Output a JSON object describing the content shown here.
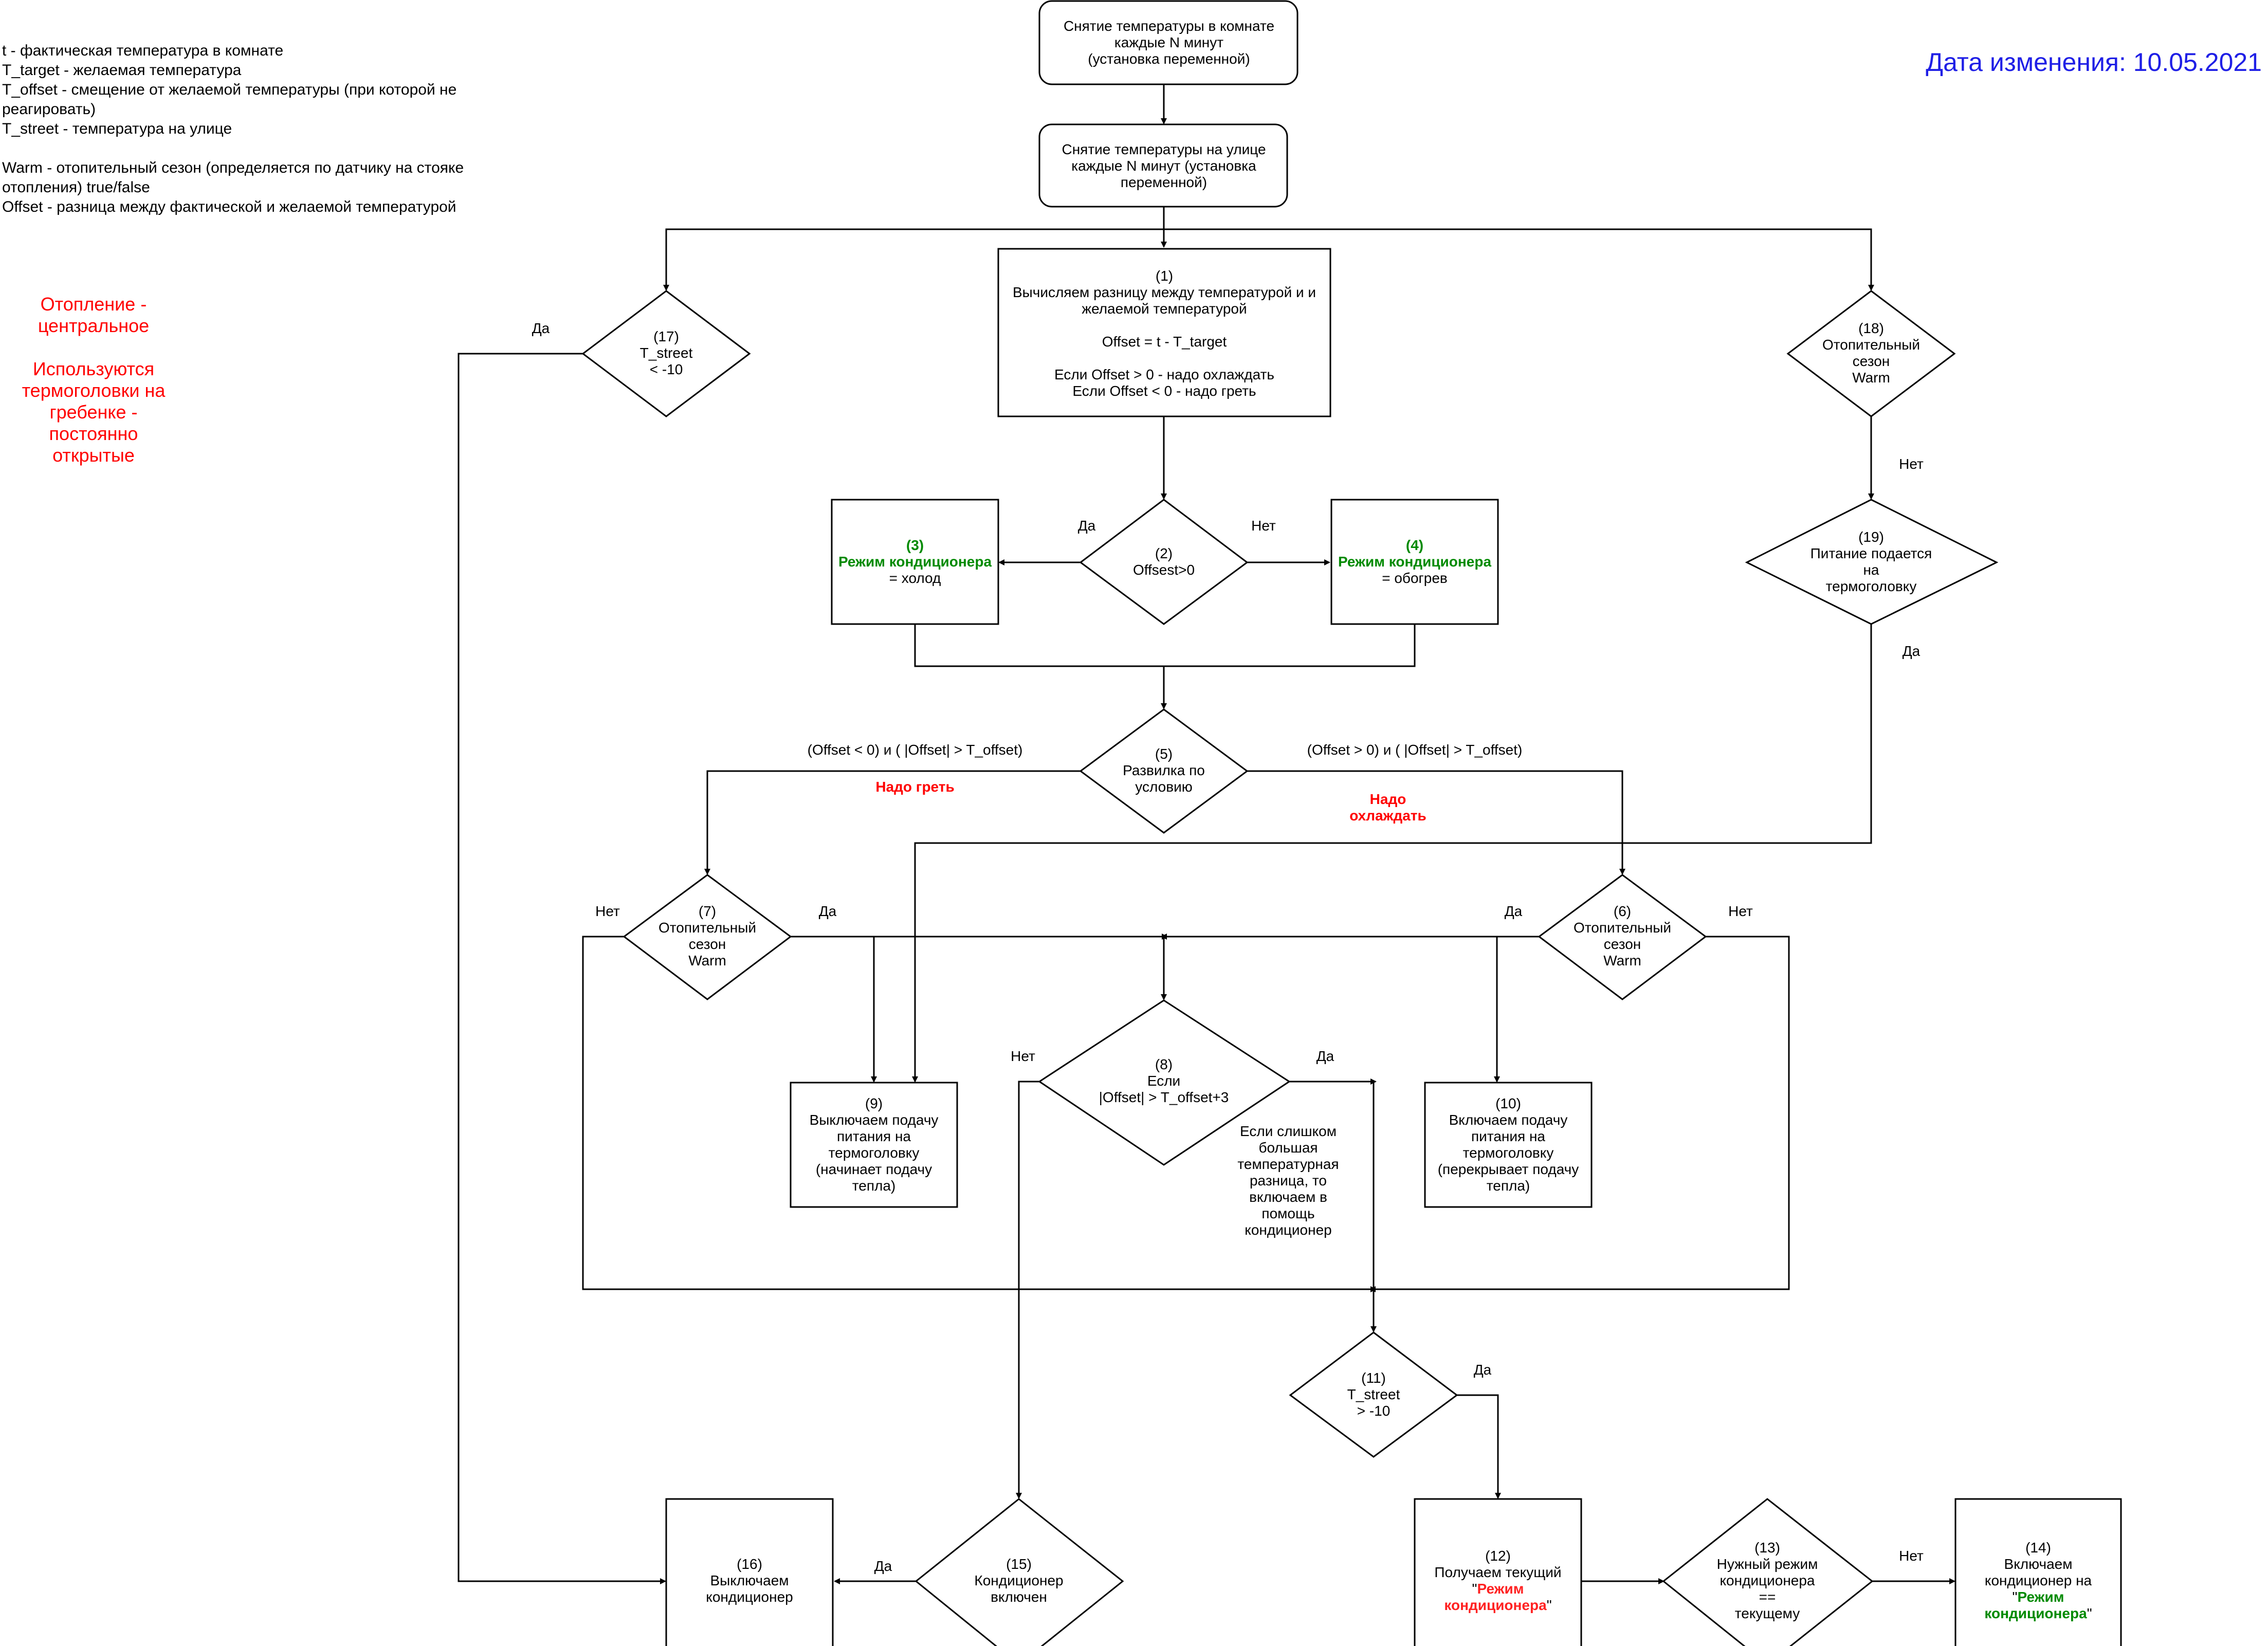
{
  "legend": {
    "line1": "t - фактическая температура в комнате",
    "line2": "T_target - желаемая температура",
    "line3": "T_offset - смещение от желаемой температуры (при которой не",
    "line4": "реагировать)",
    "line5": "T_street - температура на улице",
    "line6": "Warm - отопительный сезон (определяется по датчику на стояке",
    "line7": "отопления)  true/false",
    "line8": "Offset - разница между фактической и желаемой температурой"
  },
  "heating_note": {
    "line1": "Отопление -",
    "line2": "центральное",
    "line3": "Используются",
    "line4": "термоголовки на",
    "line5": "гребенке -",
    "line6": "постоянно",
    "line7": "открытые"
  },
  "date_note": "Дата изменения:  10.05.2021",
  "nodes": {
    "room_temp": {
      "l1": "Снятие температуры в комнате",
      "l2": "каждые N минут",
      "l3": "(установка переменной)"
    },
    "street_temp": {
      "l1": "Снятие температуры на улице",
      "l2": "каждые N минут (установка",
      "l3": "переменной)"
    },
    "n1": {
      "l1": "(1)",
      "l2": "Вычисляем разницу между температурой и и",
      "l3": "желаемой температурой",
      "l4": "Offset = t - T_target",
      "l5": "Если Offset > 0 - надо охлаждать",
      "l6": "Если Offset < 0 - надо греть"
    },
    "n2": {
      "l1": "(2)",
      "l2": "Offsest>0"
    },
    "n3": {
      "l1": "(3)",
      "l2": "Режим кондиционера",
      "l3": "= холод"
    },
    "n4": {
      "l1": "(4)",
      "l2": "Режим кондиционера",
      "l3": "= обогрев"
    },
    "n5": {
      "l1": "(5)",
      "l2": "Развилка по",
      "l3": "условию"
    },
    "n6": {
      "l1": "(6)",
      "l2": "Отопительный",
      "l3": "сезон",
      "l4": "Warm"
    },
    "n7": {
      "l1": "(7)",
      "l2": "Отопительный",
      "l3": "сезон",
      "l4": "Warm"
    },
    "n8": {
      "l1": "(8)",
      "l2": "Если",
      "l3": "|Offset| > T_offset+3"
    },
    "n9": {
      "l1": "(9)",
      "l2": "Выключаем подачу",
      "l3": "питания на",
      "l4": "термоголовку",
      "l5": "(начинает подачу",
      "l6": "тепла)"
    },
    "n10": {
      "l1": "(10)",
      "l2": "Включаем подачу",
      "l3": "питания на",
      "l4": "термоголовку",
      "l5": "(перекрывает подачу",
      "l6": "тепла)"
    },
    "n11": {
      "l1": "(11)",
      "l2": "T_street",
      "l3": "> -10"
    },
    "n12": {
      "l1": "(12)",
      "l2": "Получаем текущий",
      "l3a": "\"",
      "l3b": "Режим",
      "l4": "кондиционера",
      "l4q": "\""
    },
    "n13": {
      "l1": "(13)",
      "l2": "Нужный режим",
      "l3": "кондиционера",
      "l4": "==",
      "l5": "текущему"
    },
    "n14": {
      "l1": "(14)",
      "l2": "Включаем",
      "l3": "кондиционер на",
      "l4a": "\"",
      "l4b": "Режим",
      "l5": "кондиционера",
      "l5q": "\""
    },
    "n15": {
      "l1": "(15)",
      "l2": "Кондиционер",
      "l3": "включен"
    },
    "n16": {
      "l1": "(16)",
      "l2": "Выключаем",
      "l3": "кондиционер"
    },
    "n17": {
      "l1": "(17)",
      "l2": "T_street",
      "l3": "< -10"
    },
    "n18": {
      "l1": "(18)",
      "l2": "Отопительный",
      "l3": "сезон",
      "l4": "Warm"
    },
    "n19": {
      "l1": "(19)",
      "l2": "Питание подается",
      "l3": "на",
      "l4": "термоголовку"
    }
  },
  "edge_labels": {
    "yes": "Да",
    "no": "Нет",
    "cond_heat": "(Offset < 0) и ( |Offset| > T_offset)",
    "cond_cool": "(Offset > 0) и ( |Offset| > T_offset)",
    "need_heat": "Надо греть",
    "need_cool_1": "Надо",
    "need_cool_2": "охлаждать",
    "note8_1": "Если слишком",
    "note8_2": "большая",
    "note8_3": "температурная",
    "note8_4": "разница, то",
    "note8_5": "включаем в",
    "note8_6": "помощь",
    "note8_7": "кондиционер"
  }
}
